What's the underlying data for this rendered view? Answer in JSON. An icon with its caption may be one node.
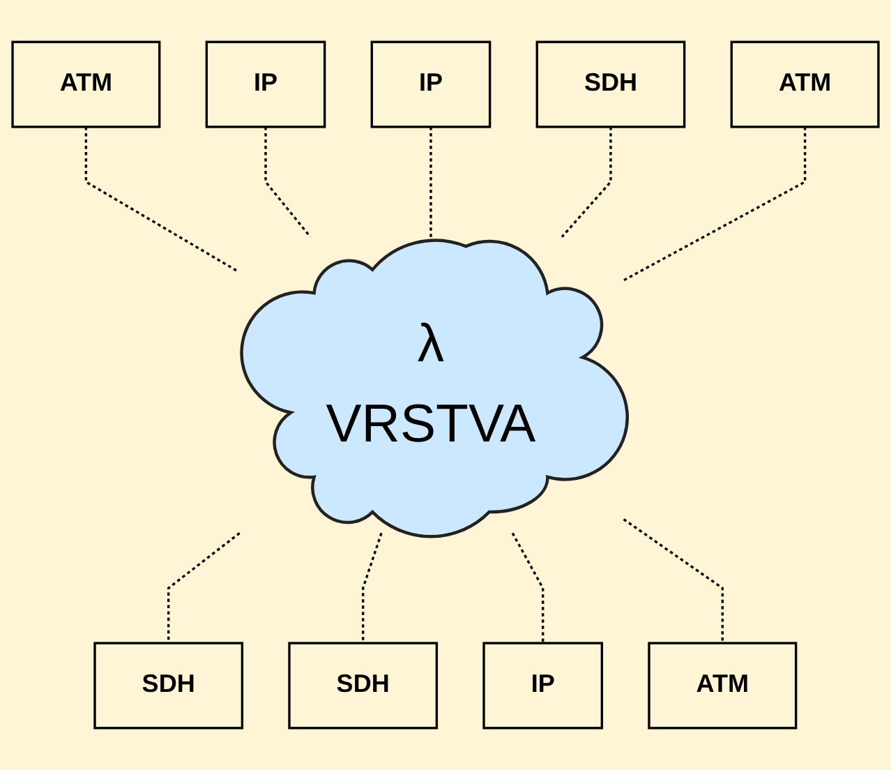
{
  "diagram": {
    "nodes": [
      {
        "text": [
          "λ",
          "VRSTVA"
        ]
      },
      {
        "text": [
          "ATM"
        ]
      },
      {
        "text": [
          "IP"
        ]
      },
      {
        "text": [
          "IP"
        ]
      },
      {
        "text": [
          "SDH"
        ]
      },
      {
        "text": [
          "ATM"
        ]
      },
      {
        "text": [
          "SDH"
        ]
      },
      {
        "text": [
          "SDH"
        ]
      },
      {
        "text": [
          "IP"
        ]
      },
      {
        "text": [
          "ATM"
        ]
      }
    ],
    "edges": [
      {
        "from": 1,
        "to": 0,
        "arrow": "none",
        "style": "dashed"
      },
      {
        "from": 2,
        "to": 0,
        "arrow": "none",
        "style": "dashed"
      },
      {
        "from": 3,
        "to": 0,
        "arrow": "none",
        "style": "dashed"
      },
      {
        "from": 4,
        "to": 0,
        "arrow": "none",
        "style": "dashed"
      },
      {
        "from": 5,
        "to": 0,
        "arrow": "none",
        "style": "dashed"
      },
      {
        "from": 0,
        "to": 6,
        "arrow": "none",
        "style": "dashed"
      },
      {
        "from": 0,
        "to": 7,
        "arrow": "none",
        "style": "dashed"
      },
      {
        "from": 0,
        "to": 8,
        "arrow": "none",
        "style": "dashed"
      },
      {
        "from": 0,
        "to": 9,
        "arrow": "none",
        "style": "dashed"
      }
    ]
  }
}
